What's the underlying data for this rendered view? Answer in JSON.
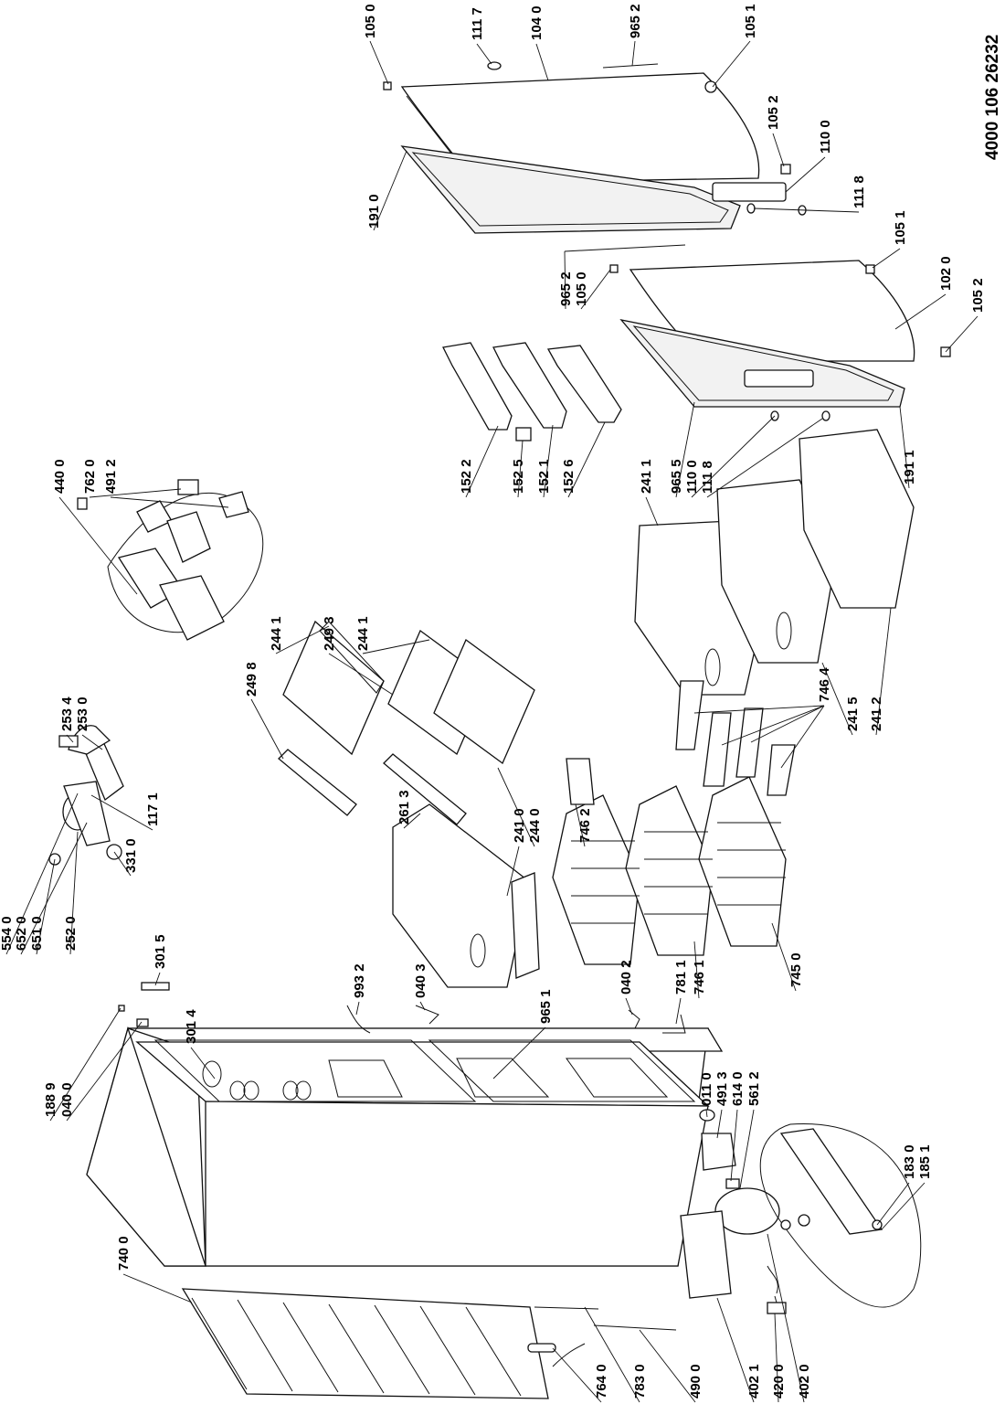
{
  "doc_code": "4000 106 26232",
  "labels": [
    "105 0",
    "111 7",
    "104 0",
    "965 2",
    "105 1",
    "105 2",
    "110 0",
    "111 8",
    "191 0",
    "105 1",
    "102 0",
    "965 2",
    "105 0",
    "105 2",
    "152 2",
    "152 5",
    "152 1",
    "152 6",
    "241 1",
    "965 5",
    "110 0",
    "111 8",
    "191 1",
    "440 0",
    "762 0",
    "491 2",
    "244 1",
    "249 3",
    "244 1",
    "249 8",
    "241 5",
    "241 2",
    "746 4",
    "253 4",
    "253 0",
    "117 1",
    "554 0",
    "652 0",
    "651 0",
    "252 0",
    "331 0",
    "301 5",
    "261 3",
    "241 0",
    "244 0",
    "746 2",
    "993 2",
    "040 3",
    "301 4",
    "188 9",
    "040 0",
    "965 1",
    "040 2",
    "781 1",
    "746 1",
    "745 0",
    "011 0",
    "491 3",
    "614 0",
    "561 2",
    "183 0",
    "185 1",
    "740 0",
    "764 0",
    "783 0",
    "490 0",
    "402 1",
    "420 0",
    "402 0"
  ]
}
